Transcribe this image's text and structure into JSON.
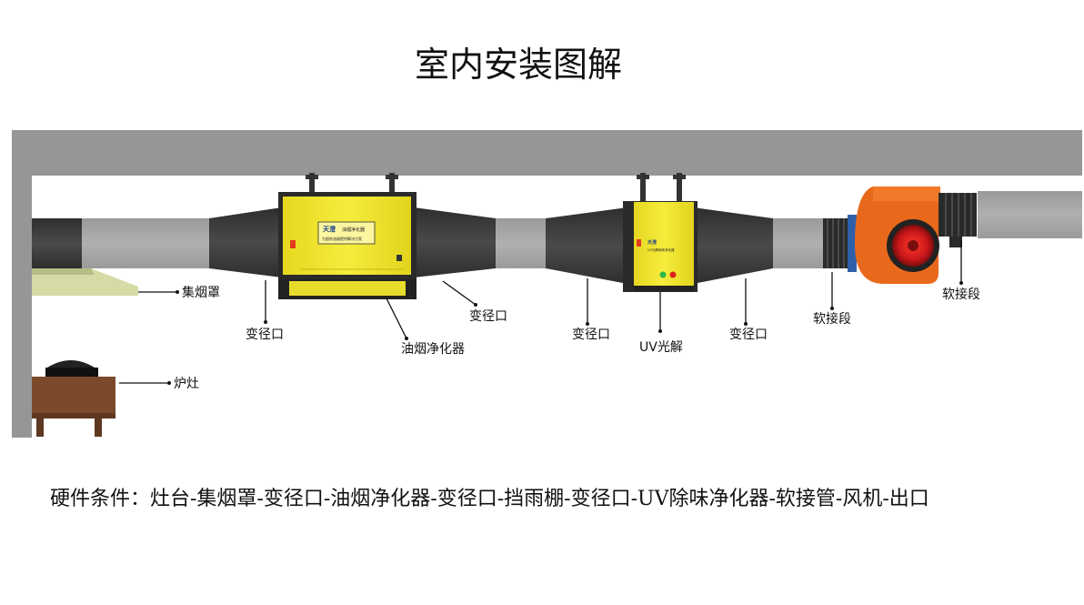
{
  "title": "室内安装图解",
  "labels": {
    "hood": "集烟罩",
    "stove": "炉灶",
    "reducer_1": "变径口",
    "purifier": "油烟净化器",
    "reducer_2": "变径口",
    "reducer_3": "变径口",
    "uv": "UV光解",
    "reducer_4": "变径口",
    "flex_1": "软接段",
    "flex_2": "软接段"
  },
  "device_text": {
    "purifier_brand": "天澄",
    "purifier_name": "油烟净化器",
    "purifier_slogan": "为厨房油烟提供解决方案",
    "uv_brand": "天澄",
    "uv_name": "UV光解除味净化器"
  },
  "caption": "硬件条件：灶台-集烟罩-变径口-油烟净化器-变径口-挡雨棚-变径口-UV除味净化器-软接管-风机-出口",
  "colors": {
    "ceiling": "#969696",
    "duct": "#a4a4a4",
    "dark_duct": "#3a3a3a",
    "unit_yellow": "#f2e630",
    "fan_orange": "#e8691c",
    "fan_red": "#d41c1c",
    "hood_green": "#cfd49a",
    "stove_brown": "#7a4a2a"
  }
}
